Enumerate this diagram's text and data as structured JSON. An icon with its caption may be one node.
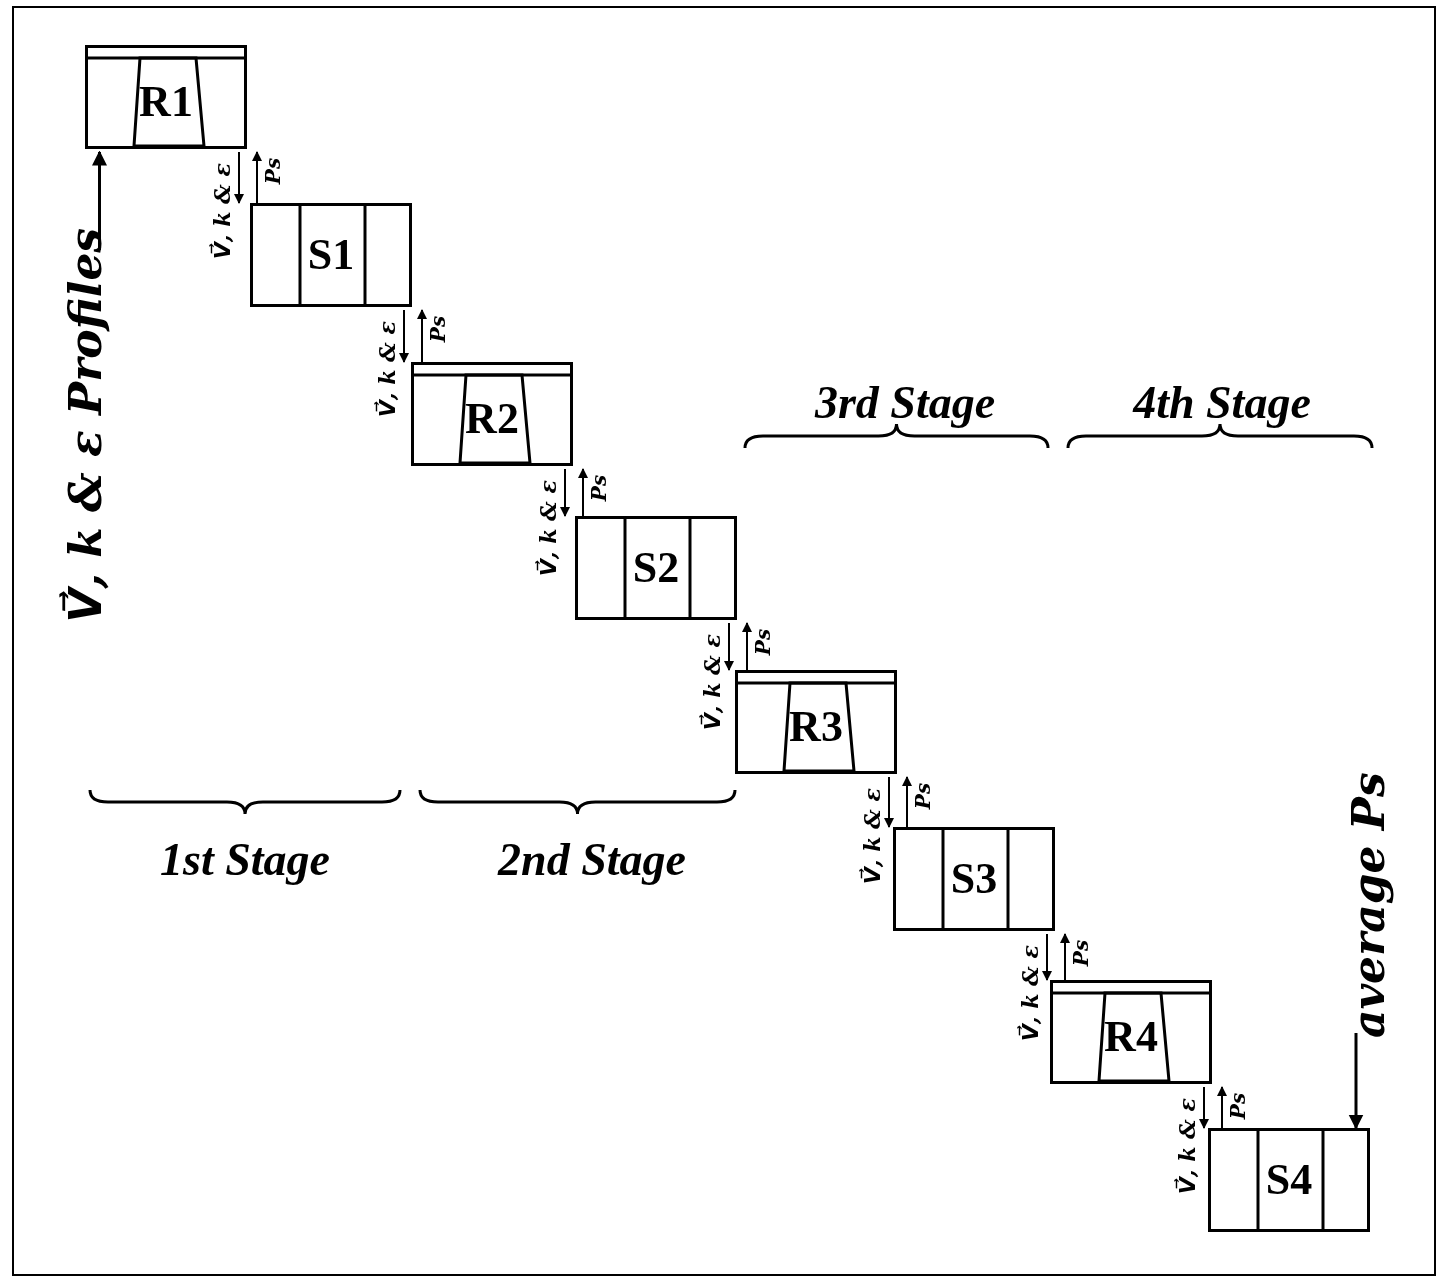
{
  "diagram": {
    "nodes": [
      {
        "text": [
          "R1"
        ]
      },
      {
        "text": [
          "S1"
        ]
      },
      {
        "text": [
          "R2"
        ]
      },
      {
        "text": [
          "S2"
        ]
      },
      {
        "text": [
          "R3"
        ]
      },
      {
        "text": [
          "S3"
        ]
      },
      {
        "text": [
          "R4"
        ]
      },
      {
        "text": [
          "S4"
        ]
      },
      {
        "text": [
          "V⃗, k & ε Profiles"
        ]
      },
      {
        "text": [
          "average Ps"
        ]
      }
    ],
    "edges": [
      {
        "from": 0,
        "to": 1,
        "arrow": "to",
        "label": "V⃗, k & ε"
      },
      {
        "from": 1,
        "to": 0,
        "arrow": "to",
        "label": "Ps"
      },
      {
        "from": 1,
        "to": 2,
        "arrow": "to",
        "label": "V⃗, k & ε"
      },
      {
        "from": 2,
        "to": 1,
        "arrow": "to",
        "label": "Ps"
      },
      {
        "from": 2,
        "to": 3,
        "arrow": "to",
        "label": "V⃗, k & ε"
      },
      {
        "from": 3,
        "to": 2,
        "arrow": "to",
        "label": "Ps"
      },
      {
        "from": 3,
        "to": 4,
        "arrow": "to",
        "label": "V⃗, k & ε"
      },
      {
        "from": 4,
        "to": 3,
        "arrow": "to",
        "label": "Ps"
      },
      {
        "from": 4,
        "to": 5,
        "arrow": "to",
        "label": "V⃗, k & ε"
      },
      {
        "from": 5,
        "to": 4,
        "arrow": "to",
        "label": "Ps"
      },
      {
        "from": 5,
        "to": 6,
        "arrow": "to",
        "label": "V⃗, k & ε"
      },
      {
        "from": 6,
        "to": 5,
        "arrow": "to",
        "label": "Ps"
      },
      {
        "from": 6,
        "to": 7,
        "arrow": "to",
        "label": "V⃗, k & ε"
      },
      {
        "from": 7,
        "to": 6,
        "arrow": "to",
        "label": "Ps"
      },
      {
        "from": 8,
        "to": 0,
        "arrow": "to"
      },
      {
        "from": 9,
        "to": 7,
        "arrow": "to"
      }
    ],
    "labels": [
      "3rd Stage",
      "4th Stage",
      "1st Stage",
      "2nd Stage"
    ]
  }
}
